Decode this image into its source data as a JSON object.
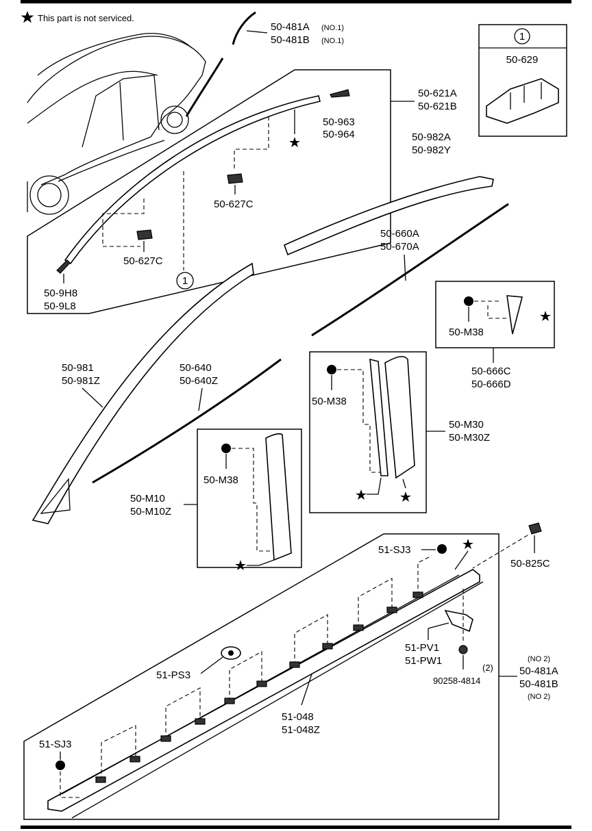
{
  "legend": {
    "star_note": "This part is not serviced."
  },
  "callout_marker": "1",
  "labels": {
    "p50_481A": "50-481A",
    "p50_481A_sub": "(NO.1)",
    "p50_481B": "50-481B",
    "p50_481B_sub": "(NO.1)",
    "p50_621A": "50-621A",
    "p50_621B": "50-621B",
    "p50_963": "50-963",
    "p50_964": "50-964",
    "p50_627C_a": "50-627C",
    "p50_627C_b": "50-627C",
    "p50_9H8": "50-9H8",
    "p50_9L8": "50-9L8",
    "p50_629": "50-629",
    "p50_982A": "50-982A",
    "p50_982Y": "50-982Y",
    "p50_660A": "50-660A",
    "p50_670A": "50-670A",
    "p50_M38_a": "50-M38",
    "p50_666C": "50-666C",
    "p50_666D": "50-666D",
    "p50_981": "50-981",
    "p50_981Z": "50-981Z",
    "p50_640": "50-640",
    "p50_640Z": "50-640Z",
    "p50_M38_b": "50-M38",
    "p50_M30": "50-M30",
    "p50_M30Z": "50-M30Z",
    "p50_M38_c": "50-M38",
    "p50_M10": "50-M10",
    "p50_M10Z": "50-M10Z",
    "p51_SJ3_a": "51-SJ3",
    "p50_825C": "50-825C",
    "p51_PV1": "51-PV1",
    "p51_PW1": "51-PW1",
    "p51_PS3": "51-PS3",
    "p90258_4814": "90258-4814",
    "qty2": "(2)",
    "no2_top": "(NO 2)",
    "p50_481A_2": "50-481A",
    "p50_481B_2": "50-481B",
    "no2_bottom": "(NO 2)",
    "p51_048": "51-048",
    "p51_048Z": "51-048Z",
    "p51_SJ3_b": "51-SJ3"
  }
}
